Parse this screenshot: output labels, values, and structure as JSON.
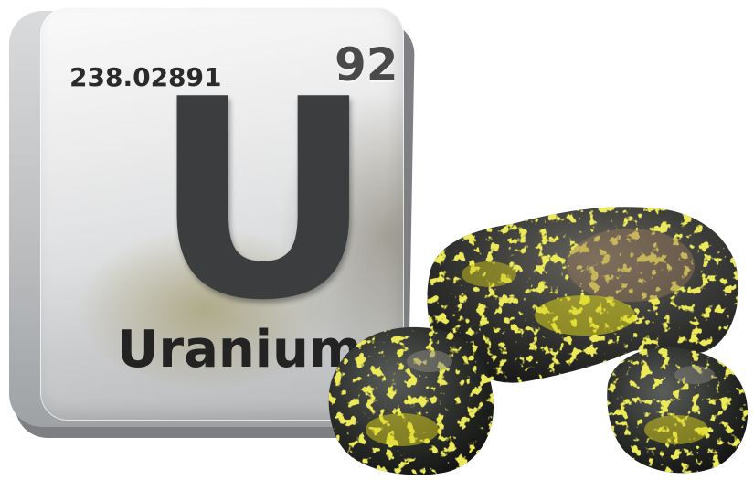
{
  "element_tile": {
    "atomic_mass": "238.02891",
    "atomic_number": "92",
    "symbol": "U",
    "name": "Uranium"
  },
  "colors": {
    "tile_metal": "#dcdddf",
    "text_dark": "#262626",
    "ore_dark": "#2b2e2c",
    "ore_yellow": "#d9d21c"
  }
}
